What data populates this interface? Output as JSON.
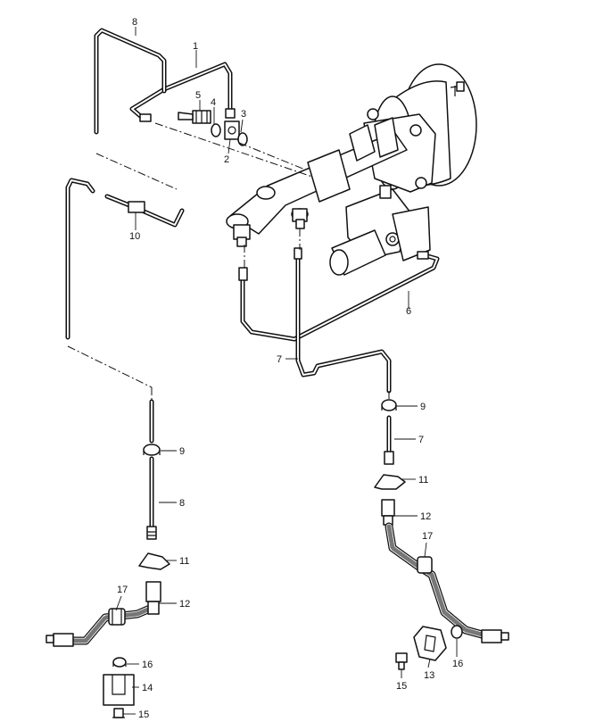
{
  "callouts": {
    "c1": "1",
    "c2": "2",
    "c3": "3",
    "c4": "4",
    "c5": "5",
    "c6": "6",
    "c7a": "7",
    "c7b": "7",
    "c8a": "8",
    "c8b": "8",
    "c9a": "9",
    "c9b": "9",
    "c10": "10",
    "c11a": "11",
    "c11b": "11",
    "c12a": "12",
    "c12b": "12",
    "c13": "13",
    "c14": "14",
    "c15a": "15",
    "c15b": "15",
    "c16a": "16",
    "c16b": "16",
    "c17a": "17",
    "c17b": "17"
  },
  "colors": {
    "line": "#111111",
    "background": "#ffffff",
    "hose_fill": "#777777"
  }
}
